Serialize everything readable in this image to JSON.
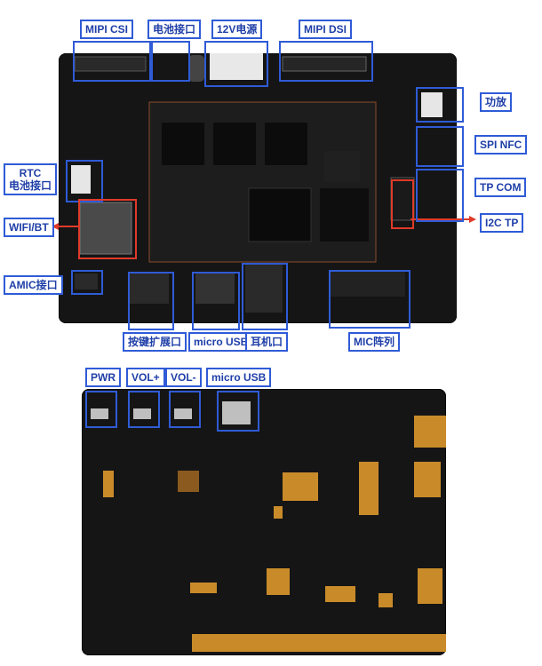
{
  "diagram": {
    "top_labels": {
      "mipi_csi": "MIPI CSI",
      "battery": "电池接口",
      "power_12v": "12V电源",
      "mipi_dsi": "MIPI DSI",
      "amp": "功放",
      "spi_nfc": "SPI NFC",
      "tp_com": "TP COM",
      "i2c_tp": "I2C TP",
      "rtc_line1": "RTC",
      "rtc_line2": "电池接口",
      "wifi_bt": "WIFI/BT",
      "amic": "AMIC接口",
      "key_ext": "按键扩展口",
      "micro_usb": "micro USB",
      "earphone": "耳机口",
      "mic_array": "MIC阵列"
    },
    "bottom_labels": {
      "pwr": "PWR",
      "vol_up": "VOL+",
      "vol_down": "VOL-",
      "micro_usb": "micro USB"
    },
    "colors": {
      "highlight_box": "#2f5bd6",
      "arrow": "#e03a2a",
      "pcb": "#151515",
      "copper_pad": "#c98b2a"
    }
  }
}
